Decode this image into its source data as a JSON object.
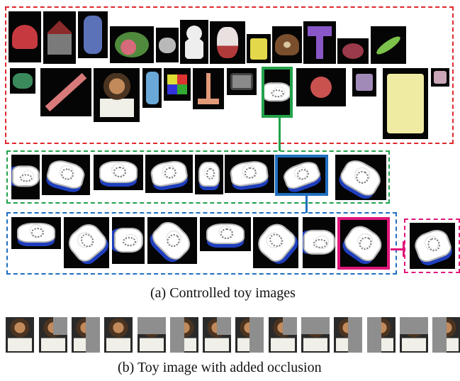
{
  "captions": {
    "a": "(a) Controlled toy images",
    "b": "(b) Toy image with added occlusion"
  },
  "colors": {
    "red_box": "#e0282d",
    "green_box": "#22a24a",
    "blue_box": "#1f6fbf",
    "magenta_box": "#e0157a",
    "occlusion_gray": "#8e8e8e",
    "tile_background": "#050505"
  },
  "panel_a": {
    "toy_row_1": [
      "helmet",
      "house",
      "car",
      "leaves",
      "elephant",
      "snowman",
      "rabbit",
      "sponge",
      "turtle",
      "hammer",
      "ladybug",
      "grasshopper"
    ],
    "toy_row_2": [
      "small-car",
      "saw",
      "doll",
      "phone",
      "cube",
      "rake",
      "truck",
      "police-car",
      "bug-toy",
      "block",
      "bed",
      "block-small"
    ],
    "green_row_count": 8,
    "blue_row_count": 8,
    "magenta_count": 1
  },
  "panel_b": {
    "frame_count": 14
  }
}
